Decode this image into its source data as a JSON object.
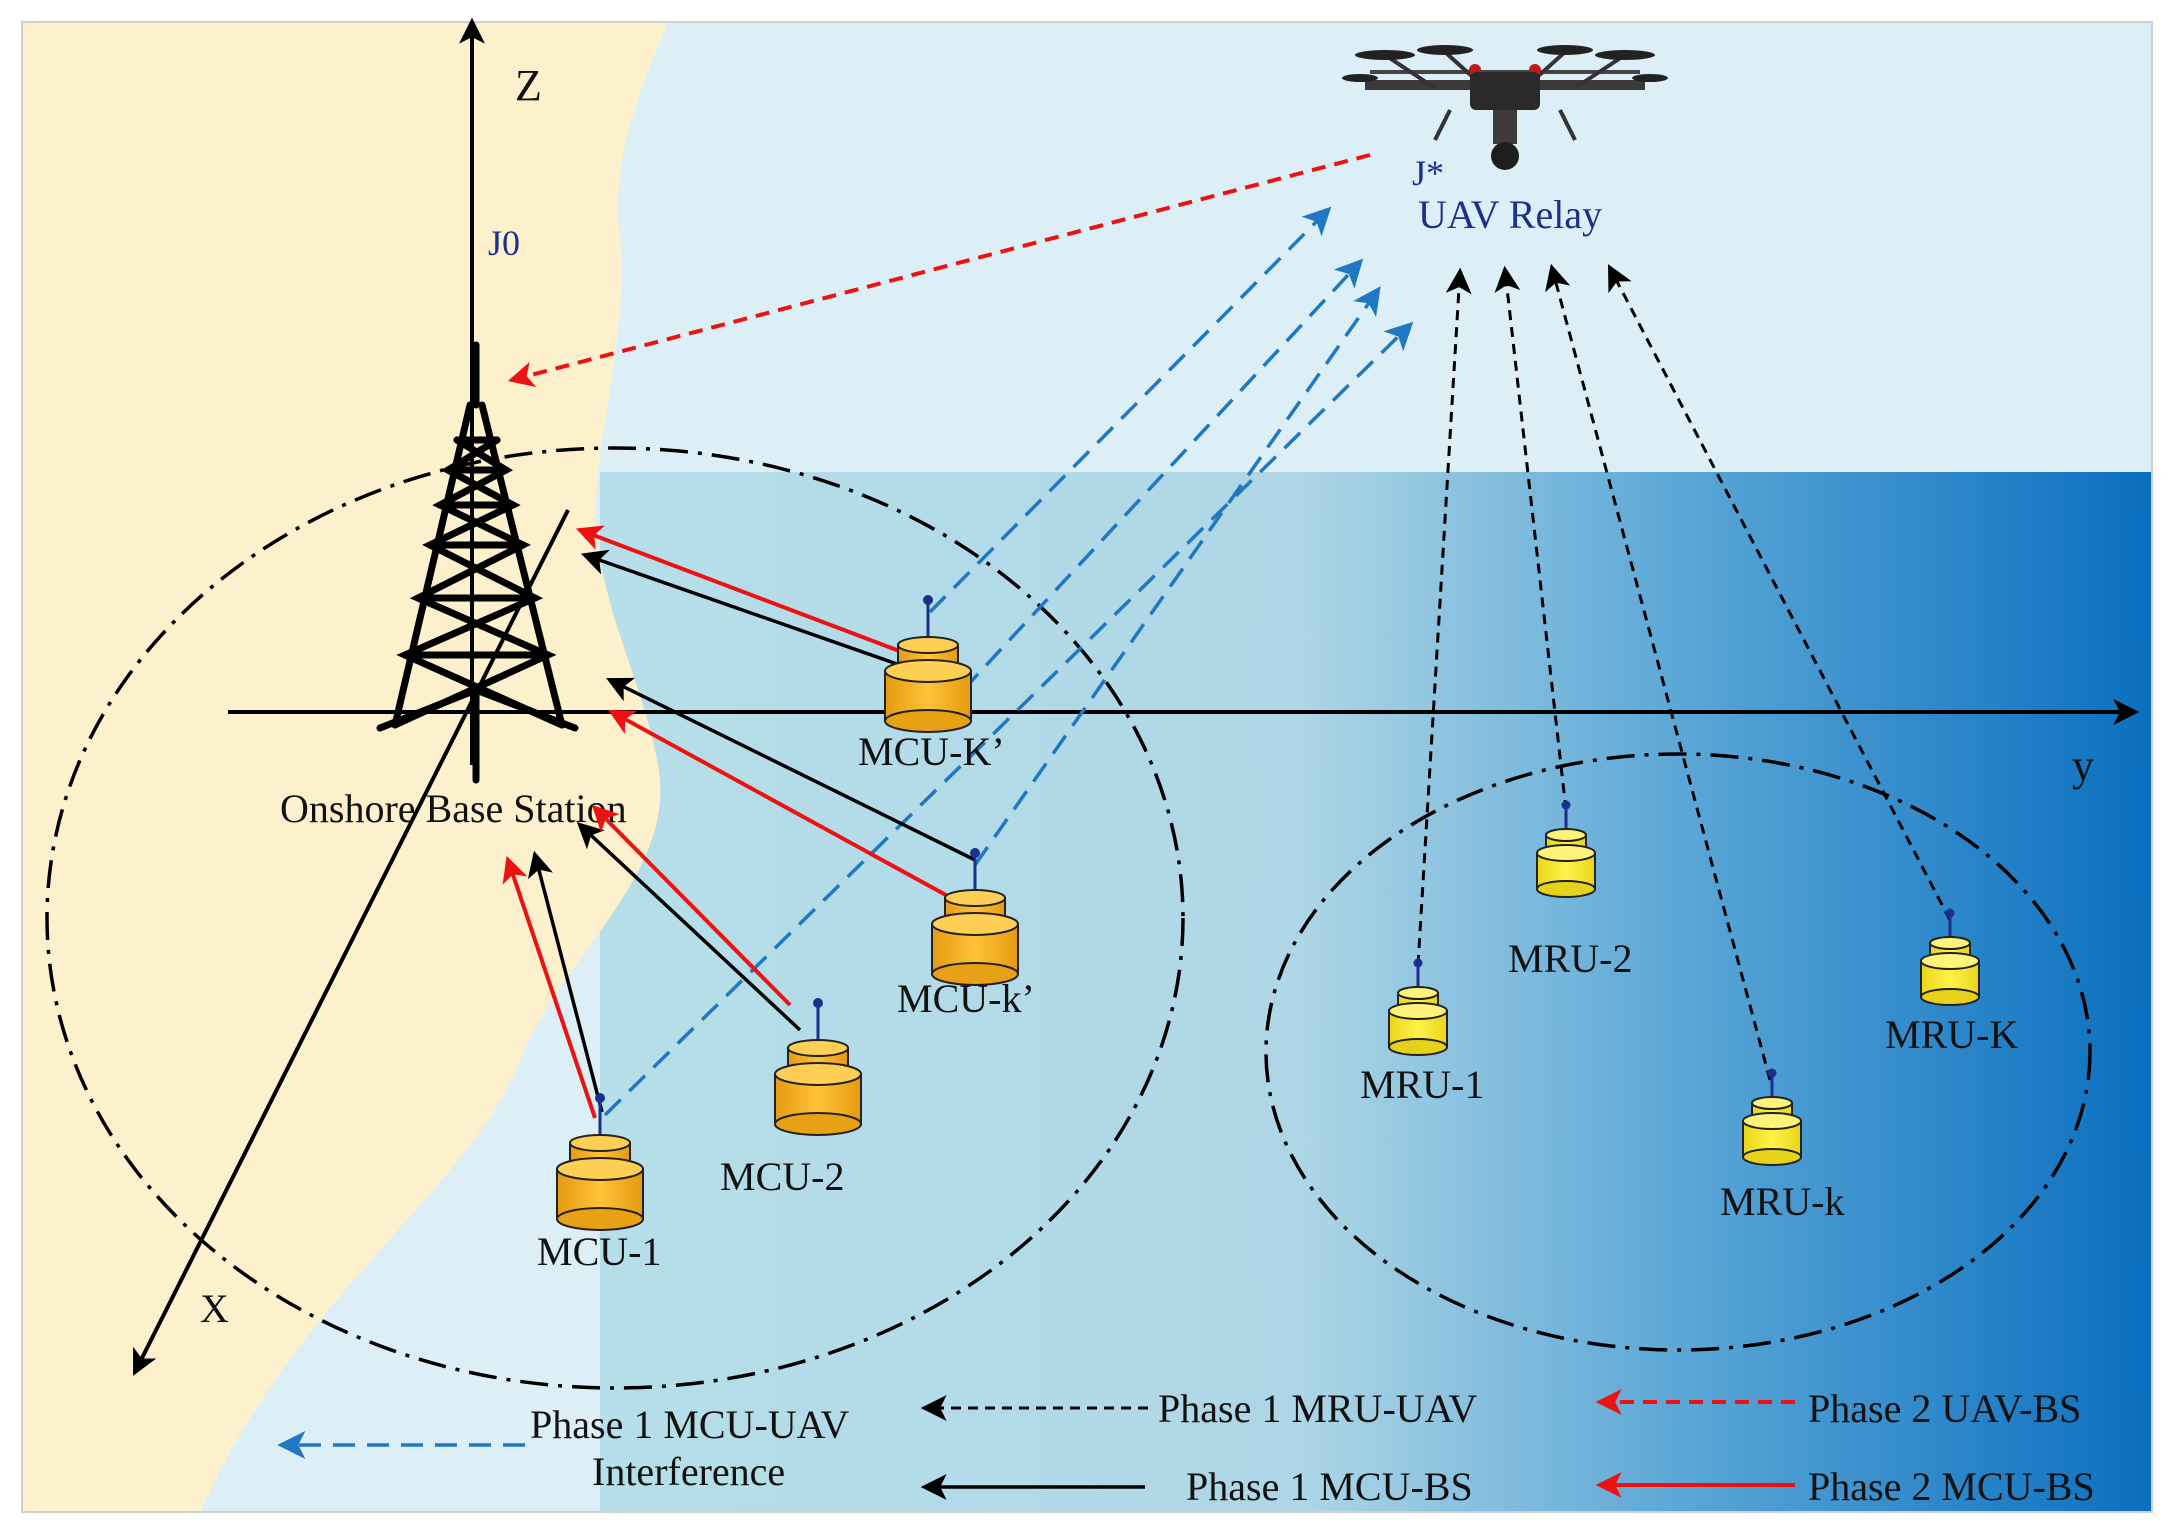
{
  "colors": {
    "shore": "#fdf0cc",
    "sky": "#dceff6",
    "sea_light": "#b5dde8",
    "sea_deep": "#0a6fbf",
    "mcu_fill": "#f8b020",
    "mru_fill": "#f8ec30",
    "red": "#ee1111",
    "blue": "#1f78c1"
  },
  "axes": {
    "z": "Z",
    "y": "y",
    "x": "X",
    "origin_label": "J0"
  },
  "base_station": {
    "label": "Onshore Base Station",
    "icon": "cell-tower-icon"
  },
  "uav": {
    "label": "UAV Relay",
    "id_label": "J*",
    "icon": "drone-icon"
  },
  "mcu_devices": [
    {
      "label": "MCU-1"
    },
    {
      "label": "MCU-2"
    },
    {
      "label": "MCU-k’"
    },
    {
      "label": "MCU-K’"
    }
  ],
  "mru_devices": [
    {
      "label": "MRU-1"
    },
    {
      "label": "MRU-2"
    },
    {
      "label": "MRU-k"
    },
    {
      "label": "MRU-K"
    }
  ],
  "legend": {
    "mcu_uav_line1": "Phase 1 MCU-UAV",
    "mcu_uav_line2": "Interference",
    "mru_uav": "Phase 1 MRU-UAV",
    "mcu_bs_phase1": "Phase 1 MCU-BS",
    "uav_bs": "Phase 2 UAV-BS",
    "mcu_bs_phase2": "Phase 2 MCU-BS"
  }
}
